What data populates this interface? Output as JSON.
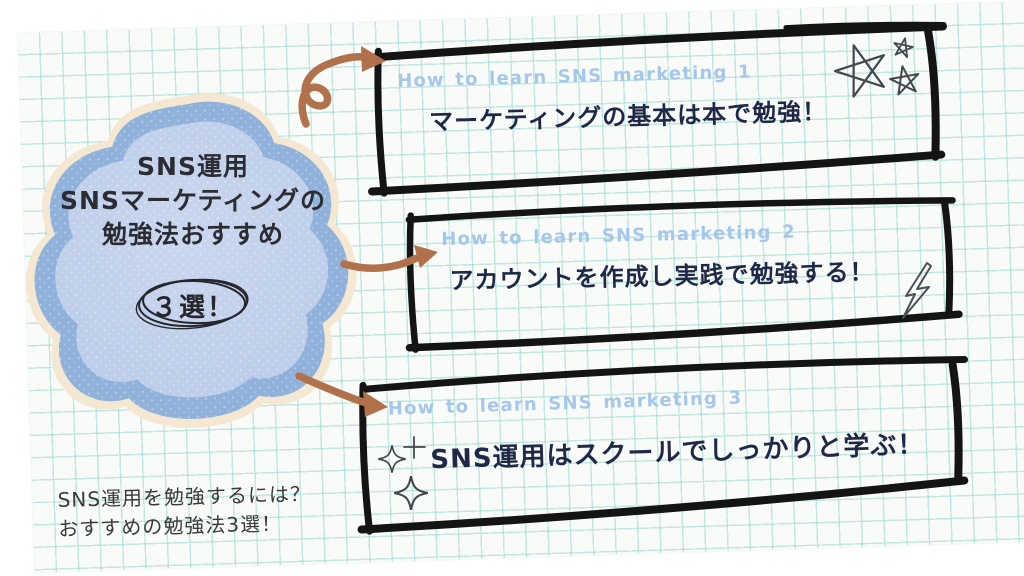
{
  "figure": {
    "kind": "hand-drawn SNS marketing study infographic on grid paper",
    "background": {
      "margin_color": "#ffffff",
      "paper_color": "#f8fbf8",
      "grid_color": "#96d6cd"
    }
  },
  "palette": {
    "title_blue": "#a6c7ec",
    "text_navy": "#1f2947",
    "cloud_fill": "#c3d2ec",
    "cloud_ring": "#90b1da",
    "cloud_halo": "#f4e8d3",
    "cloud_text": "#2c2c33",
    "arrow_brown": "#b0714b",
    "doodle_gray": "#43484f",
    "border_black": "#141414",
    "footnote_gray": "#3a3a3a"
  },
  "cloud": {
    "line1": "SNS運用",
    "line2": "SNSマーケティングの",
    "line3": "勉強法おすすめ",
    "badge_label": "３選！"
  },
  "boxes": [
    {
      "title": "How to learn SNS marketing 1",
      "subtitle": "マーケティングの基本は本で勉強！"
    },
    {
      "title": "How to learn SNS marketing 2",
      "subtitle": "アカウントを作成し実践で勉強する！"
    },
    {
      "title": "How to learn SNS marketing 3",
      "subtitle": "SNS運用はスクールでしっかりと学ぶ！"
    }
  ],
  "footnote": {
    "line1": "SNS運用を勉強するには？",
    "line2": "おすすめの勉強法3選！"
  },
  "decorations": {
    "stars_icon": "three hand-drawn star doodles",
    "lightning_icon": "hand-drawn lightning bolt doodle",
    "sparkles_icon": "sparkle diamond doodles with small cross",
    "arrow1_icon": "curly brown arrow to box 1",
    "arrow2_icon": "brown arrow to box 2",
    "arrow3_icon": "brown arrow to box 3"
  }
}
